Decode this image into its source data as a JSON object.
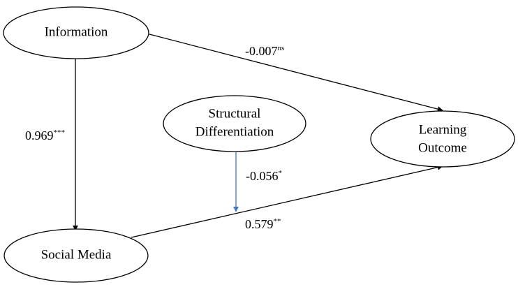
{
  "nodes": {
    "information": {
      "label_lines": [
        "Information"
      ]
    },
    "social_media": {
      "label_lines": [
        "Social Media"
      ]
    },
    "structural_differentiation": {
      "label_lines": [
        "Structural",
        "Differentiation"
      ]
    },
    "learning_outcome": {
      "label_lines": [
        "Learning",
        "Outcome"
      ]
    }
  },
  "edges": {
    "information_to_learning_outcome": {
      "coefficient": "-0.007",
      "significance": "ns"
    },
    "information_to_social_media": {
      "coefficient": "0.969",
      "significance": "***"
    },
    "structural_differentiation_moderation": {
      "coefficient": "-0.056",
      "significance": "*"
    },
    "social_media_to_learning_outcome": {
      "coefficient": "0.579",
      "significance": "**"
    }
  },
  "colors": {
    "node_stroke": "#000000",
    "edge_black": "#000000",
    "edge_moderator": "#4472c4"
  }
}
